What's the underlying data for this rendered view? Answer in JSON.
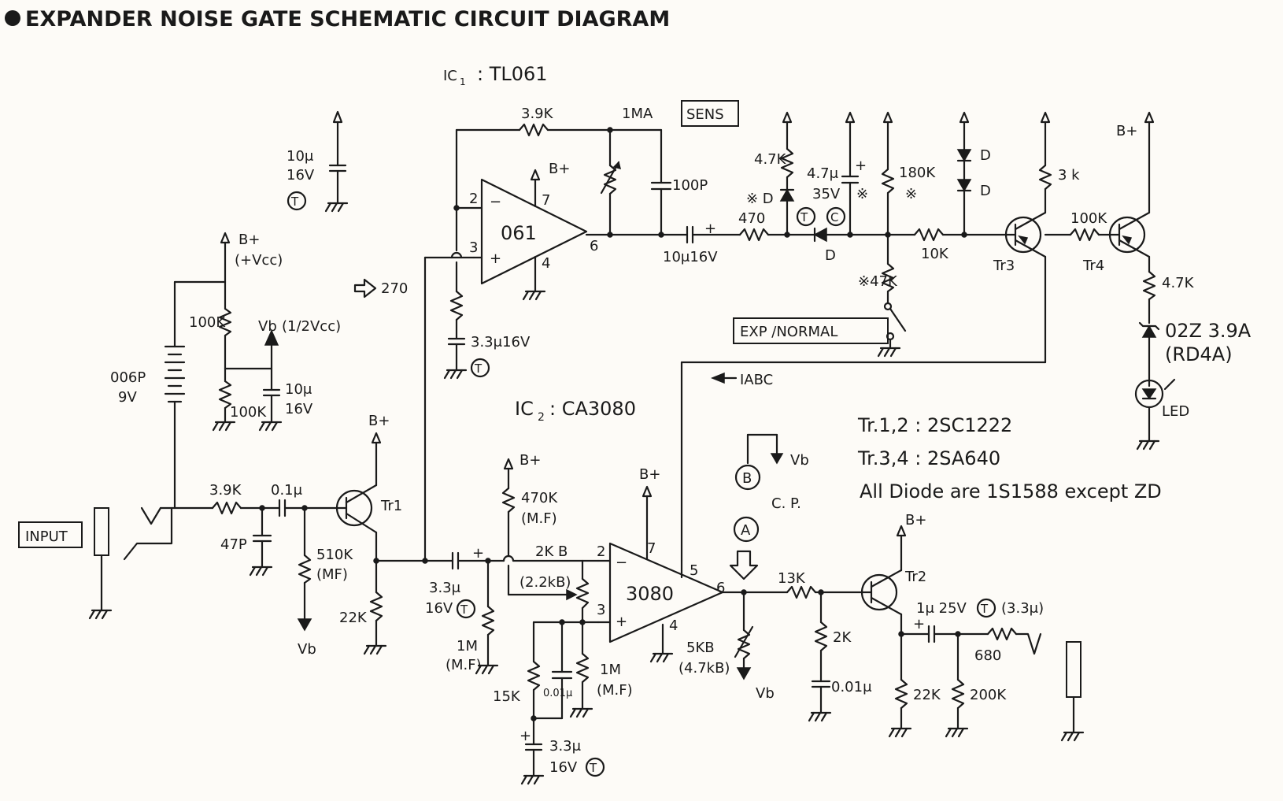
{
  "title": "EXPANDER NOISE GATE SCHEMATIC CIRCUIT DIAGRAM",
  "ics": {
    "ic1": {
      "ref": "IC",
      "sub": "1",
      "part": ": TL061",
      "label": "061",
      "pin_minus": "2",
      "pin_plus": "3",
      "pin_out": "6",
      "pin_v": "7",
      "pin_g": "4"
    },
    "ic2": {
      "ref": "IC",
      "sub": "2",
      "part": ": CA3080",
      "label": "3080",
      "pin_minus": "2",
      "pin_plus": "3",
      "pin_out": "6",
      "pin_v": "7",
      "pin_g": "4",
      "pin_abc": "5"
    }
  },
  "supply": {
    "bplus": "B+",
    "vcc": "(+Vcc)",
    "vb": "Vb",
    "vb_half": "(1/2Vcc)",
    "battery": "006P",
    "battery_v": "9V"
  },
  "boxes": {
    "input": "INPUT",
    "sens": "SENS",
    "exp_normal": "EXP  /NORMAL"
  },
  "components": {
    "c_top_10u": "10μ",
    "c_top_16v": "16V",
    "r_100k_a": "100K",
    "r_100k_b": "100K",
    "c_10u_b": "10μ",
    "c_16v_b": "16V",
    "r_39k_in": "3.9K",
    "c_01u": "0.1μ",
    "c_47p": "47P",
    "r_510k": "510K",
    "r_510k_mf": "(MF)",
    "r_22k_tr1": "22K",
    "tr1": "Tr1",
    "r_39k_fb": "3.9K",
    "pot_1ma": "1MA",
    "c_100p": "100P",
    "c_33u_16v": "3.3μ16V",
    "c_10u_16v_out": "10μ16V",
    "arrow_270": "270",
    "r_47k_top": "4.7K",
    "d_mark": "※ D",
    "r_470": "470",
    "d_main": "D",
    "c_47u": "4.7μ",
    "c_35v": "35V",
    "mark_x": "※",
    "r_180k": "180K",
    "r_47k_x": "※47K",
    "d1": "D",
    "d2": "D",
    "r_10k": "10K",
    "r_3k": "3 k",
    "tr3": "Tr3",
    "r_100k_tr": "100K",
    "tr4": "Tr4",
    "r_47k_led": "4.7K",
    "zener": "02Z 3.9A",
    "zener_alt": "(RD4A)",
    "led": "LED",
    "iabc": "IABC",
    "c_33u_ic2": "3.3μ",
    "c_16v_ic2": "16V",
    "r_1m_a": "1M",
    "r_1m_a_mf": "(M.F)",
    "r_470k": "470K",
    "r_470k_mf": "(M.F)",
    "pot_2kb": "2K B",
    "pot_22kb": "(2.2kB)",
    "r_15k": "15K",
    "c_001u_ic2": "0.01μ",
    "r_1m_b": "1M",
    "r_1m_b_mf": "(M.F)",
    "c_33u_bot": "3.3μ",
    "c_16v_bot": "16V",
    "pot_5kb": "5KB",
    "pot_47kb": "(4.7kB)",
    "r_13k": "13K",
    "r_2k": "2K",
    "c_001u": "0.01μ",
    "tr2": "Tr2",
    "c_1u": "1μ 25V",
    "c_33u_alt": "(3.3μ)",
    "r_680": "680",
    "r_22k_tr2": "22K",
    "r_200k": "200K",
    "cp": "C. P.",
    "cp_a": "A",
    "cp_b": "B",
    "t": "T",
    "c": "C"
  },
  "notes": {
    "tr12": "Tr.1,2 :  2SC1222",
    "tr34": "Tr.3,4 :  2SA640",
    "diode": "All Diode are 1S1588 except ZD"
  }
}
